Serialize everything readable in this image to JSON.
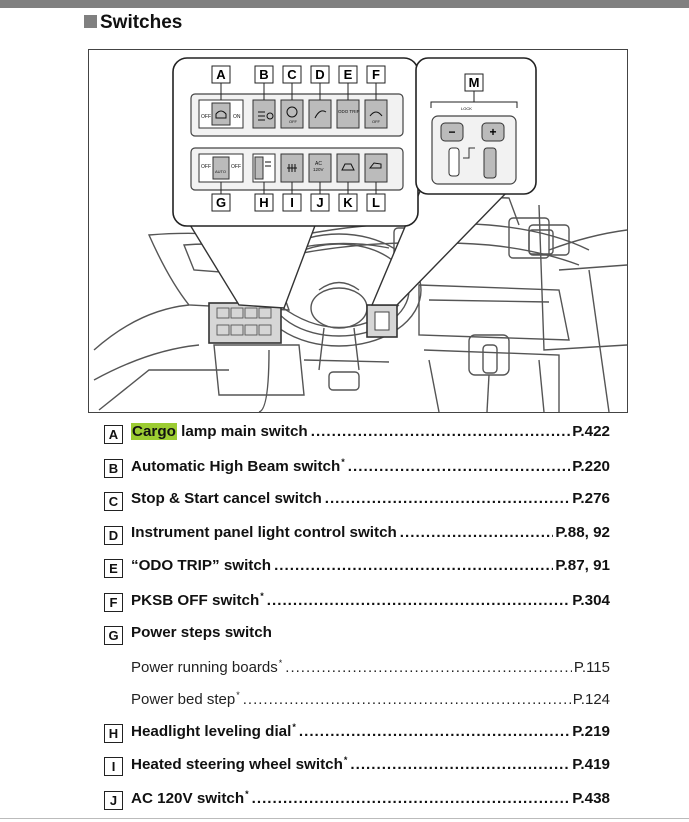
{
  "section": {
    "title": "Switches"
  },
  "figure": {
    "callouts_top": [
      "A",
      "B",
      "C",
      "D",
      "E",
      "F"
    ],
    "callouts_bottom": [
      "G",
      "H",
      "I",
      "J",
      "K",
      "L"
    ],
    "callout_m": "M",
    "switch_text": {
      "off": "OFF",
      "on": "ON",
      "odo_trip": "ODO TRIP",
      "auto": "AUTO",
      "ac": "AC",
      "v120": "120V",
      "lock": "LOCK"
    }
  },
  "entries": [
    {
      "letter": "A",
      "pre": "",
      "highlight": "Cargo",
      "text": " lamp main switch",
      "star": "",
      "page": "P.422"
    },
    {
      "letter": "B",
      "pre": "",
      "highlight": "",
      "text": "Automatic High Beam switch",
      "star": "*",
      "page": "P.220"
    },
    {
      "letter": "C",
      "pre": "",
      "highlight": "",
      "text": "Stop & Start cancel switch",
      "star": "",
      "page": "P.276"
    },
    {
      "letter": "D",
      "pre": "",
      "highlight": "",
      "text": "Instrument panel light control switch",
      "star": "",
      "page": "P.88, 92"
    },
    {
      "letter": "E",
      "pre": "",
      "highlight": "",
      "text": "“ODO TRIP” switch",
      "star": "",
      "page": "P.87, 91"
    },
    {
      "letter": "F",
      "pre": "",
      "highlight": "",
      "text": "PKSB OFF switch",
      "star": "*",
      "page": "P.304"
    },
    {
      "letter": "G",
      "pre": "",
      "highlight": "",
      "text": "Power steps switch",
      "star": "",
      "page": ""
    },
    {
      "letter": "",
      "sub": true,
      "text": "Power running boards",
      "star": "*",
      "page": "P.115"
    },
    {
      "letter": "",
      "sub": true,
      "text": "Power bed step",
      "star": "*",
      "page": "P.124"
    },
    {
      "letter": "H",
      "pre": "",
      "highlight": "",
      "text": "Headlight leveling dial",
      "star": "*",
      "page": "P.219"
    },
    {
      "letter": "I",
      "pre": "",
      "highlight": "",
      "text": "Heated steering wheel switch",
      "star": "*",
      "page": "P.419"
    },
    {
      "letter": "J",
      "pre": "",
      "highlight": "",
      "text": "AC 120V switch",
      "star": "*",
      "page": "P.438"
    }
  ]
}
